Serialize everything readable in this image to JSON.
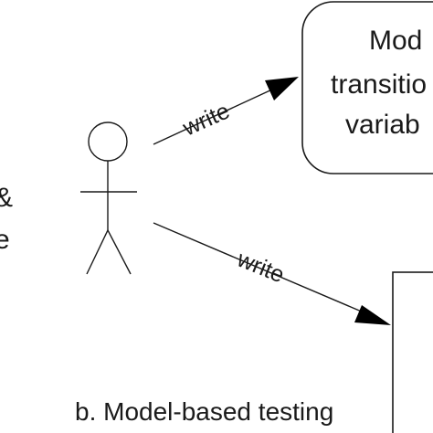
{
  "left_fragment": {
    "line1": "&",
    "line2": "e"
  },
  "model_box": {
    "line1": "Mod",
    "line2": "transitio",
    "line3": "variab"
  },
  "arrows": {
    "upper_label": "write",
    "lower_label": "write"
  },
  "caption": "b. Model-based testing"
}
